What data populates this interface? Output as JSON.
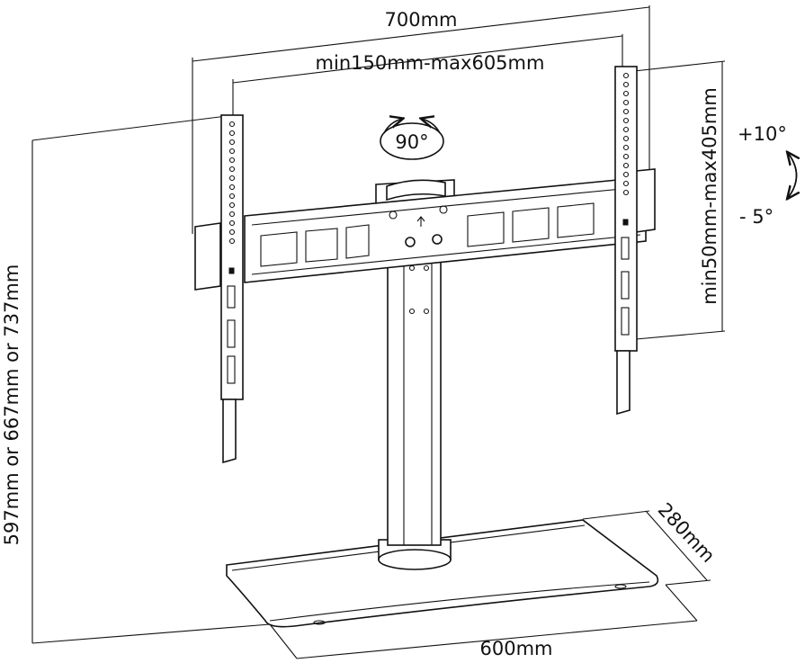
{
  "dimensions": {
    "overall_width": "700mm",
    "vesa_horizontal": "min150mm-max605mm",
    "vesa_vertical": "min50mm-max405mm",
    "height": "597mm or 667mm or 737mm",
    "base_width": "600mm",
    "base_depth": "280mm"
  },
  "rotation": {
    "swivel": "90°"
  },
  "tilt": {
    "up": "+10°",
    "down": "- 5°"
  },
  "colors": {
    "line": "#111111",
    "background": "#ffffff"
  }
}
